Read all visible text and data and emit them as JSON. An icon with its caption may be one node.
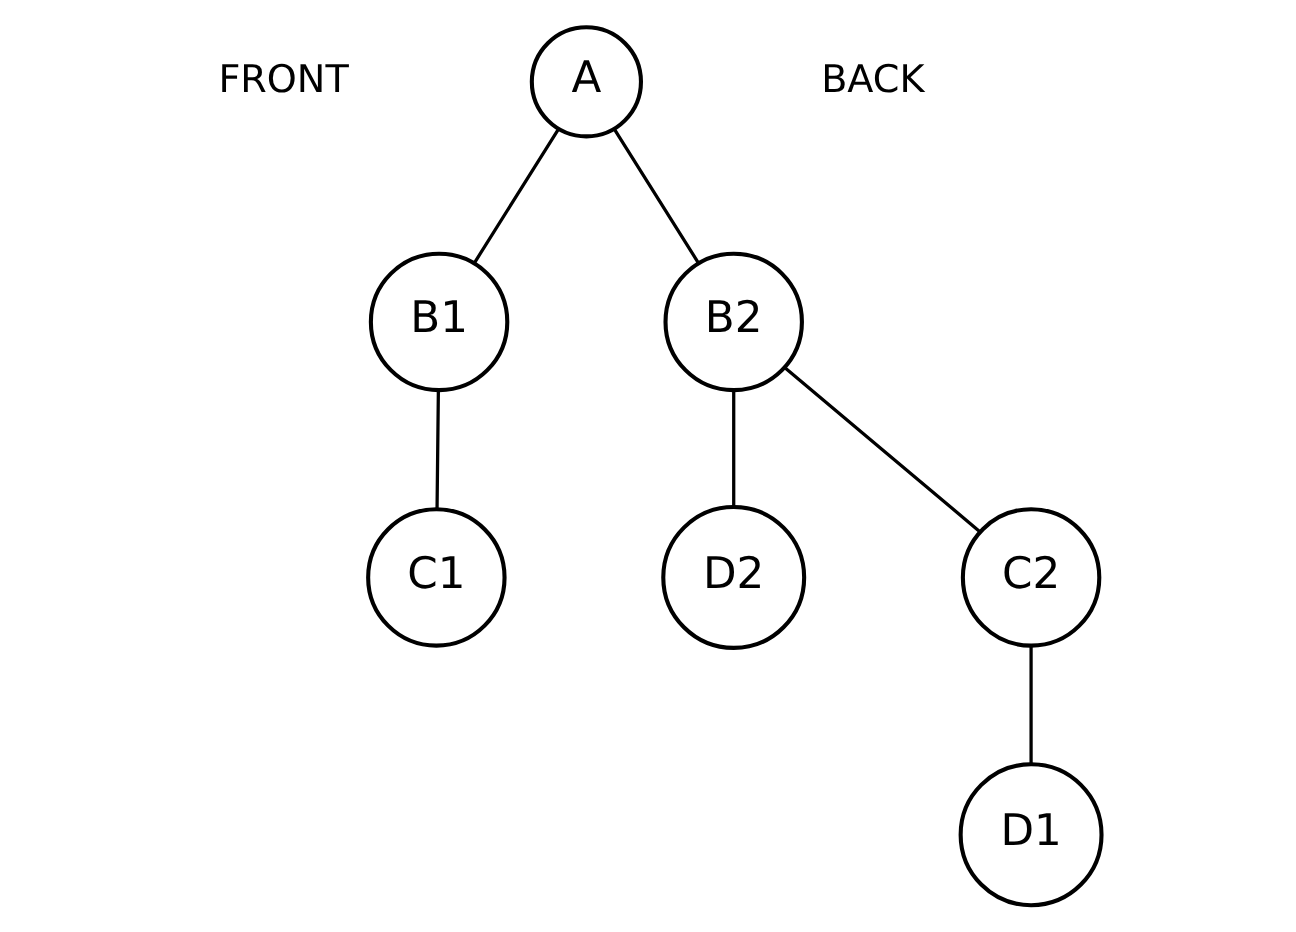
{
  "diagram": {
    "nodes": [
      {
        "text": [
          "A"
        ]
      },
      {
        "text": [
          "B1"
        ]
      },
      {
        "text": [
          "B2"
        ]
      },
      {
        "text": [
          "C1"
        ]
      },
      {
        "text": [
          "D2"
        ]
      },
      {
        "text": [
          "C2"
        ]
      },
      {
        "text": [
          "D1"
        ]
      }
    ],
    "edges": [
      {
        "from": 0,
        "to": 1,
        "arrow": "none"
      },
      {
        "from": 0,
        "to": 2,
        "arrow": "none"
      },
      {
        "from": 1,
        "to": 3,
        "arrow": "none"
      },
      {
        "from": 2,
        "to": 4,
        "arrow": "none"
      },
      {
        "from": 2,
        "to": 5,
        "arrow": "none"
      },
      {
        "from": 5,
        "to": 6,
        "arrow": "none"
      }
    ],
    "labels": [
      "FRONT",
      "BACK"
    ]
  }
}
